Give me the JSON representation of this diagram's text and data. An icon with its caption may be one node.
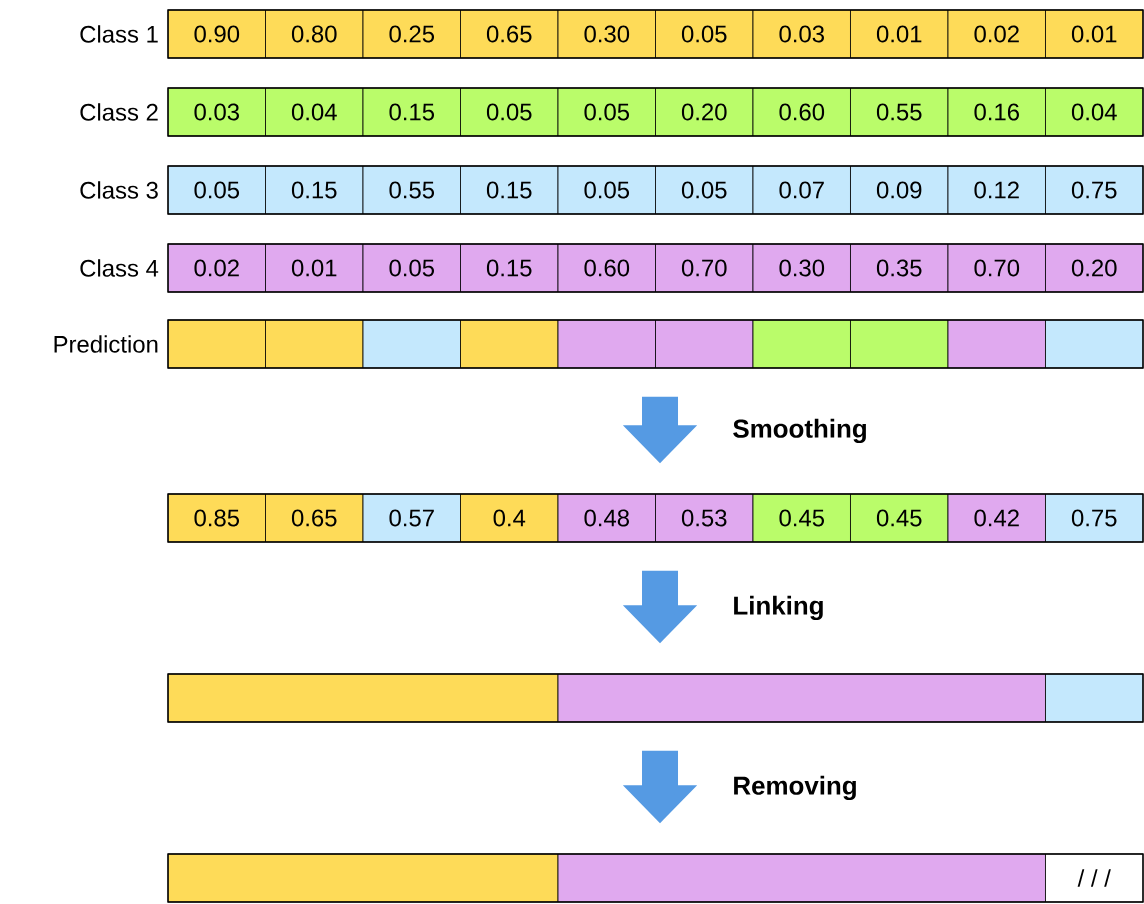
{
  "diagram": {
    "nodes": [
      {
        "text": [
          "Class 1"
        ]
      },
      {
        "text": [
          "0.90"
        ],
        "in": 0
      },
      {
        "text": [
          "0.80"
        ],
        "in": 0
      },
      {
        "text": [
          "0.25"
        ],
        "in": 0
      },
      {
        "text": [
          "0.65"
        ],
        "in": 0
      },
      {
        "text": [
          "0.30"
        ],
        "in": 0
      },
      {
        "text": [
          "0.05"
        ],
        "in": 0
      },
      {
        "text": [
          "0.03"
        ],
        "in": 0
      },
      {
        "text": [
          "0.01"
        ],
        "in": 0
      },
      {
        "text": [
          "0.02"
        ],
        "in": 0
      },
      {
        "text": [
          "0.01"
        ],
        "in": 0
      },
      {
        "text": [
          "Class 2"
        ]
      },
      {
        "text": [
          "0.03"
        ],
        "in": 11
      },
      {
        "text": [
          "0.04"
        ],
        "in": 11
      },
      {
        "text": [
          "0.15"
        ],
        "in": 11
      },
      {
        "text": [
          "0.05"
        ],
        "in": 11
      },
      {
        "text": [
          "0.05"
        ],
        "in": 11
      },
      {
        "text": [
          "0.20"
        ],
        "in": 11
      },
      {
        "text": [
          "0.60"
        ],
        "in": 11
      },
      {
        "text": [
          "0.55"
        ],
        "in": 11
      },
      {
        "text": [
          "0.16"
        ],
        "in": 11
      },
      {
        "text": [
          "0.04"
        ],
        "in": 11
      },
      {
        "text": [
          "Class 3"
        ]
      },
      {
        "text": [
          "0.05"
        ],
        "in": 22
      },
      {
        "text": [
          "0.15"
        ],
        "in": 22
      },
      {
        "text": [
          "0.55"
        ],
        "in": 22
      },
      {
        "text": [
          "0.15"
        ],
        "in": 22
      },
      {
        "text": [
          "0.05"
        ],
        "in": 22
      },
      {
        "text": [
          "0.05"
        ],
        "in": 22
      },
      {
        "text": [
          "0.07"
        ],
        "in": 22
      },
      {
        "text": [
          "0.09"
        ],
        "in": 22
      },
      {
        "text": [
          "0.12"
        ],
        "in": 22
      },
      {
        "text": [
          "0.75"
        ],
        "in": 22
      },
      {
        "text": [
          "Class 4"
        ]
      },
      {
        "text": [
          "0.02"
        ],
        "in": 33
      },
      {
        "text": [
          "0.01"
        ],
        "in": 33
      },
      {
        "text": [
          "0.05"
        ],
        "in": 33
      },
      {
        "text": [
          "0.15"
        ],
        "in": 33
      },
      {
        "text": [
          "0.60"
        ],
        "in": 33
      },
      {
        "text": [
          "0.70"
        ],
        "in": 33
      },
      {
        "text": [
          "0.30"
        ],
        "in": 33
      },
      {
        "text": [
          "0.35"
        ],
        "in": 33
      },
      {
        "text": [
          "0.70"
        ],
        "in": 33
      },
      {
        "text": [
          "0.20"
        ],
        "in": 33
      },
      {
        "text": [
          "Prediction"
        ]
      },
      {
        "text": [],
        "shape": "box",
        "in": 44
      },
      {
        "text": [],
        "shape": "box",
        "in": 44
      },
      {
        "text": [],
        "shape": "box",
        "in": 44
      },
      {
        "text": [],
        "shape": "box",
        "in": 44
      },
      {
        "text": [],
        "shape": "box",
        "in": 44
      },
      {
        "text": [],
        "shape": "box",
        "in": 44
      },
      {
        "text": [],
        "shape": "box",
        "in": 44
      },
      {
        "text": [],
        "shape": "box",
        "in": 44
      },
      {
        "text": [],
        "shape": "box",
        "in": 44
      },
      {
        "text": [],
        "shape": "box",
        "in": 44
      },
      {
        "text": [],
        "shape": "box"
      },
      {
        "text": [
          "0.85"
        ],
        "in": 55
      },
      {
        "text": [
          "0.65"
        ],
        "in": 55
      },
      {
        "text": [
          "0.57"
        ],
        "in": 55
      },
      {
        "text": [
          "0.4"
        ],
        "in": 55
      },
      {
        "text": [
          "0.48"
        ],
        "in": 55
      },
      {
        "text": [
          "0.53"
        ],
        "in": 55
      },
      {
        "text": [
          "0.45"
        ],
        "in": 55
      },
      {
        "text": [
          "0.45"
        ],
        "in": 55
      },
      {
        "text": [
          "0.42"
        ],
        "in": 55
      },
      {
        "text": [
          "0.75"
        ],
        "in": 55
      },
      {
        "text": [],
        "shape": "box"
      },
      {
        "text": [],
        "shape": "box",
        "in": 66
      },
      {
        "text": [],
        "shape": "box",
        "in": 66
      },
      {
        "text": [],
        "shape": "box",
        "in": 66
      },
      {
        "text": [],
        "shape": "box"
      },
      {
        "text": [],
        "shape": "box",
        "in": 70
      },
      {
        "text": [],
        "shape": "box",
        "in": 70
      },
      {
        "text": [
          "/ / /"
        ],
        "in": 70
      }
    ],
    "edges": [
      {
        "from": 44,
        "to": 55,
        "arrow": "to",
        "label": "Smoothing"
      },
      {
        "from": 55,
        "to": 66,
        "arrow": "to",
        "label": "Linking"
      },
      {
        "from": 66,
        "to": 70,
        "arrow": "to",
        "label": "Removing"
      }
    ]
  }
}
